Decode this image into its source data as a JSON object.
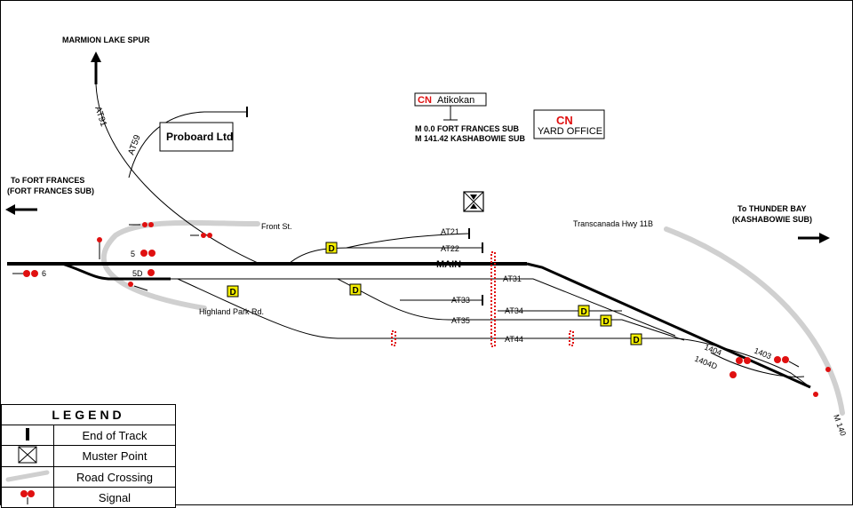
{
  "labels": {
    "marmion": "MARMION LAKE SPUR",
    "at91": "AT91",
    "at59": "AT59",
    "proboard": "Proboard Ltd",
    "atikokan": "Atikokan",
    "cn": "CN",
    "mile1": "M 0.0 FORT FRANCES SUB",
    "mile2": "M 141.42 KASHABOWIE SUB",
    "yard_office": "YARD OFFICE",
    "to_ff1": "To FORT FRANCES",
    "to_ff2": "(FORT FRANCES SUB)",
    "to_tb1": "To THUNDER BAY",
    "to_tb2": "(KASHABOWIE SUB)",
    "front_st": "Front St.",
    "highland": "Highland Park Rd.",
    "hwy11b": "Transcanada Hwy 11B",
    "main": "MAIN",
    "at21": "AT21",
    "at22": "AT22",
    "at31": "AT31",
    "at33": "AT33",
    "at34": "AT34",
    "at35": "AT35",
    "at44": "AT44",
    "sig5": "5",
    "sig5d": "5D",
    "sig6": "6",
    "sig1404": "1404",
    "sig1404d": "1404D",
    "sig1403": "1403",
    "m140": "M 140",
    "derail": "D"
  },
  "legend": {
    "title": "LEGEND",
    "items": [
      "End of Track",
      "Muster Point",
      "Road Crossing",
      "Signal"
    ]
  },
  "colors": {
    "signal": "#e01010",
    "derail": "#f5ef00",
    "crossing": "#d0d0d0",
    "cn": "#e01010"
  }
}
